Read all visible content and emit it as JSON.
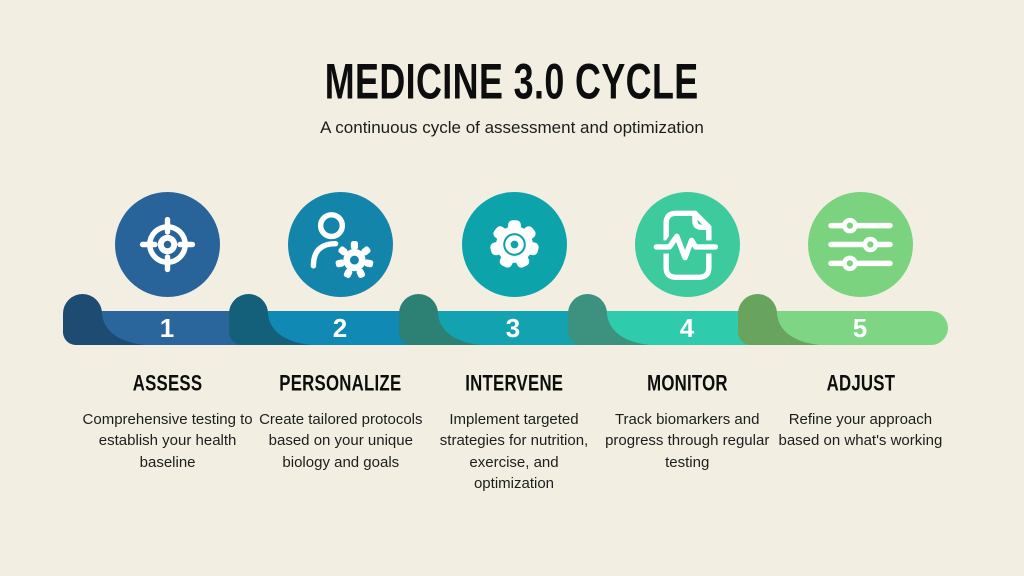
{
  "header": {
    "title": "MEDICINE 3.0 CYCLE",
    "subtitle": "A continuous cycle of assessment and optimization"
  },
  "background_color": "#f2efe2",
  "text_color": "#151515",
  "steps": [
    {
      "number": "1",
      "title": "ASSESS",
      "description": "Comprehensive testing to establish your health baseline",
      "icon": "target-icon",
      "color": "#28649a",
      "ribbon_color": "#2a669c",
      "fold_color": "#1d4b72"
    },
    {
      "number": "2",
      "title": "PERSONALIZE",
      "description": "Create tailored protocols based on your unique biology and goals",
      "icon": "user-gear-icon",
      "color": "#1385ab",
      "ribbon_color": "#1089b4",
      "fold_color": "#145f7a"
    },
    {
      "number": "3",
      "title": "INTERVENE",
      "description": "Implement targeted strategies for nutrition, exercise, and optimization",
      "icon": "gear-icon",
      "color": "#0da3ab",
      "ribbon_color": "#13a3b0",
      "fold_color": "#2d8174"
    },
    {
      "number": "4",
      "title": "MONITOR",
      "description": "Track biomarkers and progress through regular testing",
      "icon": "document-pulse-icon",
      "color": "#3dcb9e",
      "ribbon_color": "#2ecbad",
      "fold_color": "#3d917f"
    },
    {
      "number": "5",
      "title": "ADJUST",
      "description": "Refine your approach based on what's working",
      "icon": "sliders-icon",
      "color": "#7bd37f",
      "ribbon_color": "#7ed685",
      "fold_color": "#69a45e"
    }
  ]
}
